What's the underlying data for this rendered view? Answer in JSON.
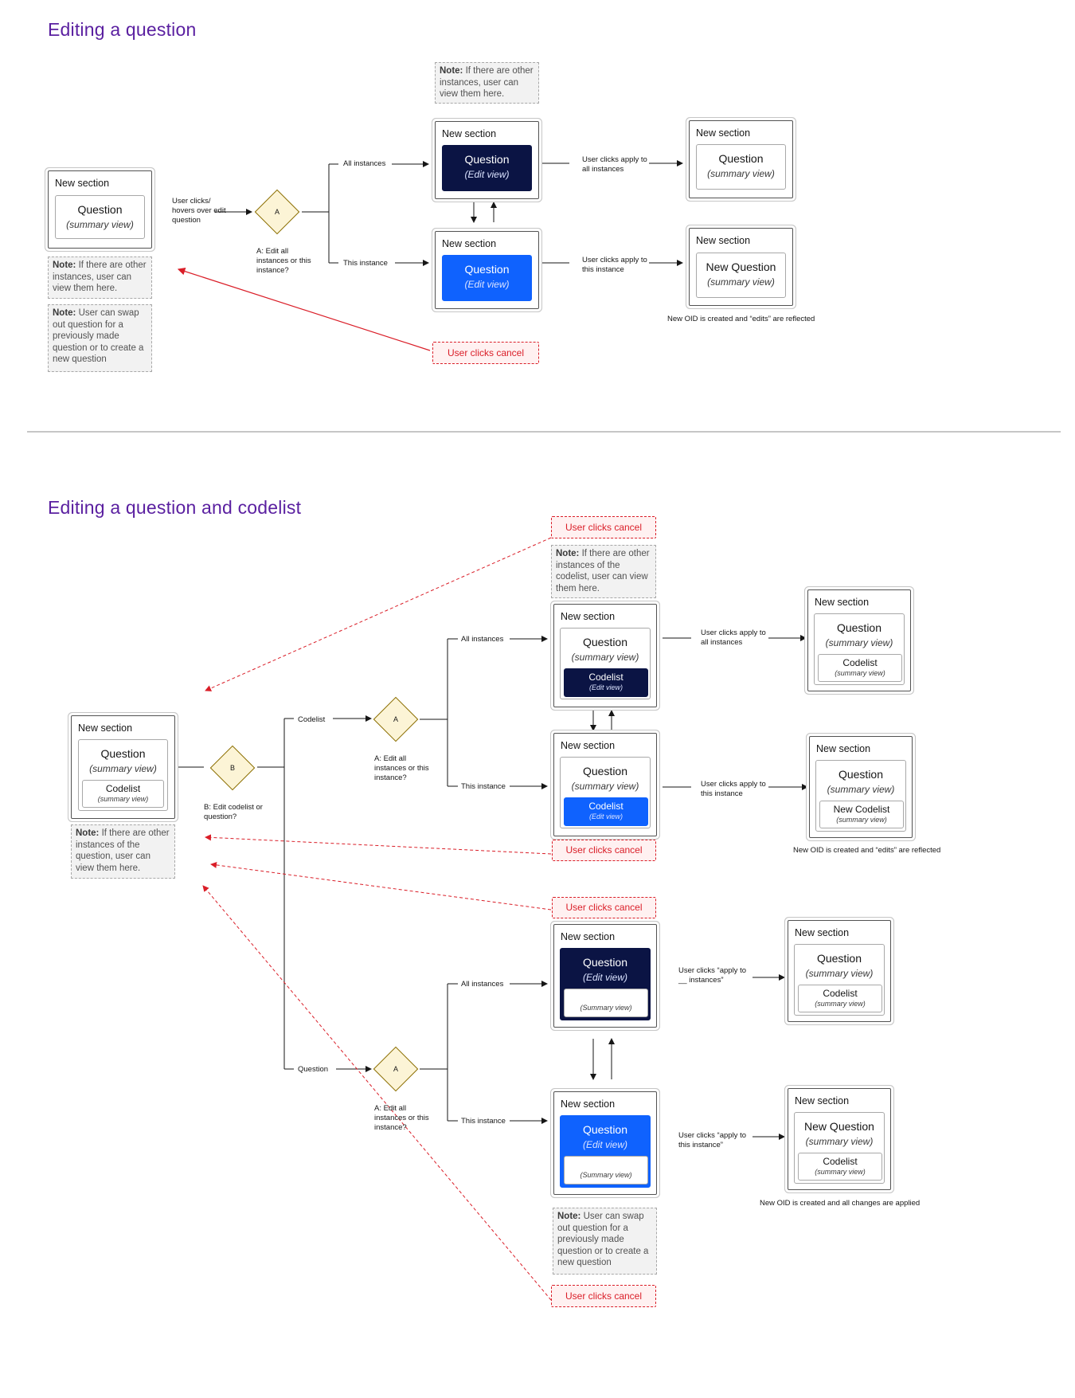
{
  "titles": {
    "section1": "Editing a question",
    "section2": "Editing a question and codelist"
  },
  "common": {
    "new_section": "New section",
    "question": "Question",
    "new_question": "New Question",
    "codelist": "Codelist",
    "new_codelist": "New Codelist",
    "summary_view": "(summary view)",
    "edit_view": "(Edit view)",
    "summary_view_cap": "(Summary view)",
    "cancel": "User clicks cancel",
    "decision_a": "A",
    "decision_b": "B"
  },
  "notes": {
    "label": "Note:",
    "instances_user": "If there are other instances, user can view them here.",
    "swap": "User can swap out question for a previously made question or to create a new question",
    "instances_codelist": "If there are other instances of the codelist, user can view them here.",
    "instances_question": "If there are other instances of the question, user can view them here."
  },
  "labels": {
    "hover": "User clicks/ hovers over edit question",
    "all_instances": "All instances",
    "this_instance": "This instance",
    "edit_all_q": "A: Edit all instances or this instance?",
    "apply_all": "User clicks apply to all instances",
    "apply_this": "User clicks apply to this instance",
    "codelist_branch": "Codelist",
    "question_branch": "Question",
    "edit_codelist_q": "B: Edit codelist or question?",
    "apply_to_instances": "User clicks “apply to __ instances”",
    "apply_to_this": "User clicks “apply to this instance”"
  },
  "captions": {
    "new_oid_edits": "New OID is created and “edits” are reflected",
    "new_oid_all": "New OID is created and all changes are applied"
  },
  "colors": {
    "title": "#5a1fa0",
    "dark_edit": "#0b1444",
    "blue_edit": "#0f62fe",
    "cancel": "#da1e28",
    "decision": "#fcf4d6"
  }
}
